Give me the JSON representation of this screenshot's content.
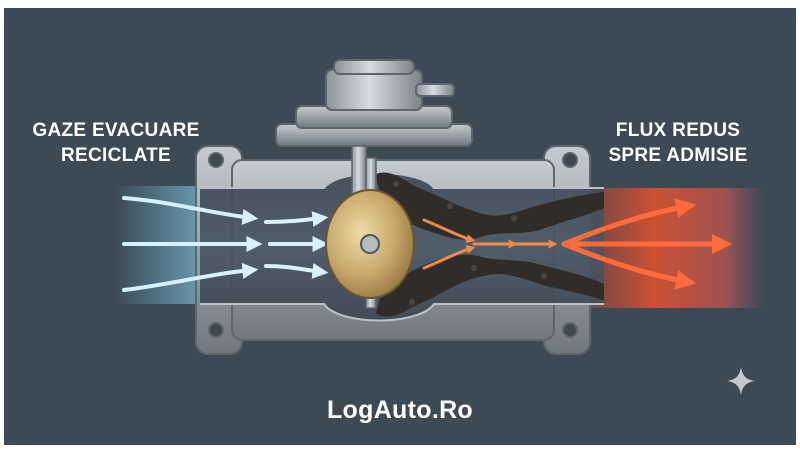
{
  "labels": {
    "left": [
      "GAZE EVACUARE",
      "RECICLATE"
    ],
    "right": [
      "FLUX REDUS",
      "SPRE ADMISIE"
    ]
  },
  "brand": "LogAuto.Ro",
  "icons": {
    "sparkle": "sparkle-icon"
  },
  "colors": {
    "background": "#3c4a56",
    "clean_flow": "#bfe6f7",
    "hot_flow": "#f0512a",
    "valve_disc": "#c9a86a",
    "body_metal": "#9aa3ab",
    "carbon": "#2f2c2a"
  }
}
